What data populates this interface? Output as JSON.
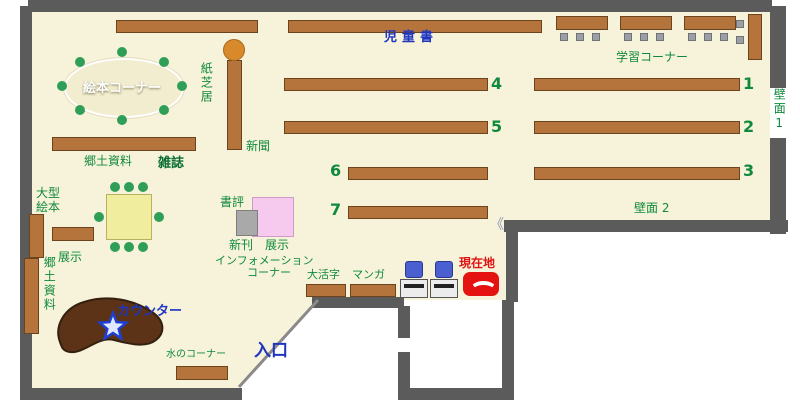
{
  "labels": {
    "children_books": "児童書",
    "study_corner": "学習コーナー",
    "picture_book_corner": "絵本コーナー",
    "kamishibai": "紙芝居",
    "newspaper": "新聞",
    "local_materials": "郷土資料",
    "magazines": "雑誌",
    "large_picture_books": "大型絵本",
    "display_a": "展示",
    "local_materials_vertical": "郷土資料",
    "book_review": "書評",
    "new_arrivals": "新刊",
    "display_b": "展示",
    "information": "インフォメーション",
    "information_corner": "コーナー",
    "large_print": "大活字",
    "manga": "マンガ",
    "current_location": "現在地",
    "counter": "カウンター",
    "water_corner": "水のコーナー",
    "entrance": "入口",
    "wall_1": "壁面1",
    "wall_2": "壁面 2",
    "door_mark": "《"
  },
  "shelf_numbers": {
    "s1": "1",
    "s2": "2",
    "s3": "3",
    "s4": "4",
    "s5": "5",
    "s6": "6",
    "s7": "7"
  },
  "icons": {
    "star": "star-icon",
    "current_location_marker": "current-location-marker",
    "round_stool": "kamishibai-stool-icon",
    "chair_dot": "chair-dot-icon",
    "door_mark": "door-mark-icon"
  },
  "colors": {
    "floor": "#f7f2da",
    "wall": "#5b5b5b",
    "shelf_brown": "#b5743c",
    "counter_brown": "#5c3317",
    "text_green": "#0f8a3c",
    "text_blue": "#1f35c0",
    "text_red": "#e01212",
    "table_yellow": "#f1ed9f",
    "display_pink": "#f6c9ee",
    "machine_blue": "#4a5fd0",
    "chair_green": "#2f9e57",
    "stool_orange": "#d8892c",
    "star_blue": "#1d3fd4"
  }
}
